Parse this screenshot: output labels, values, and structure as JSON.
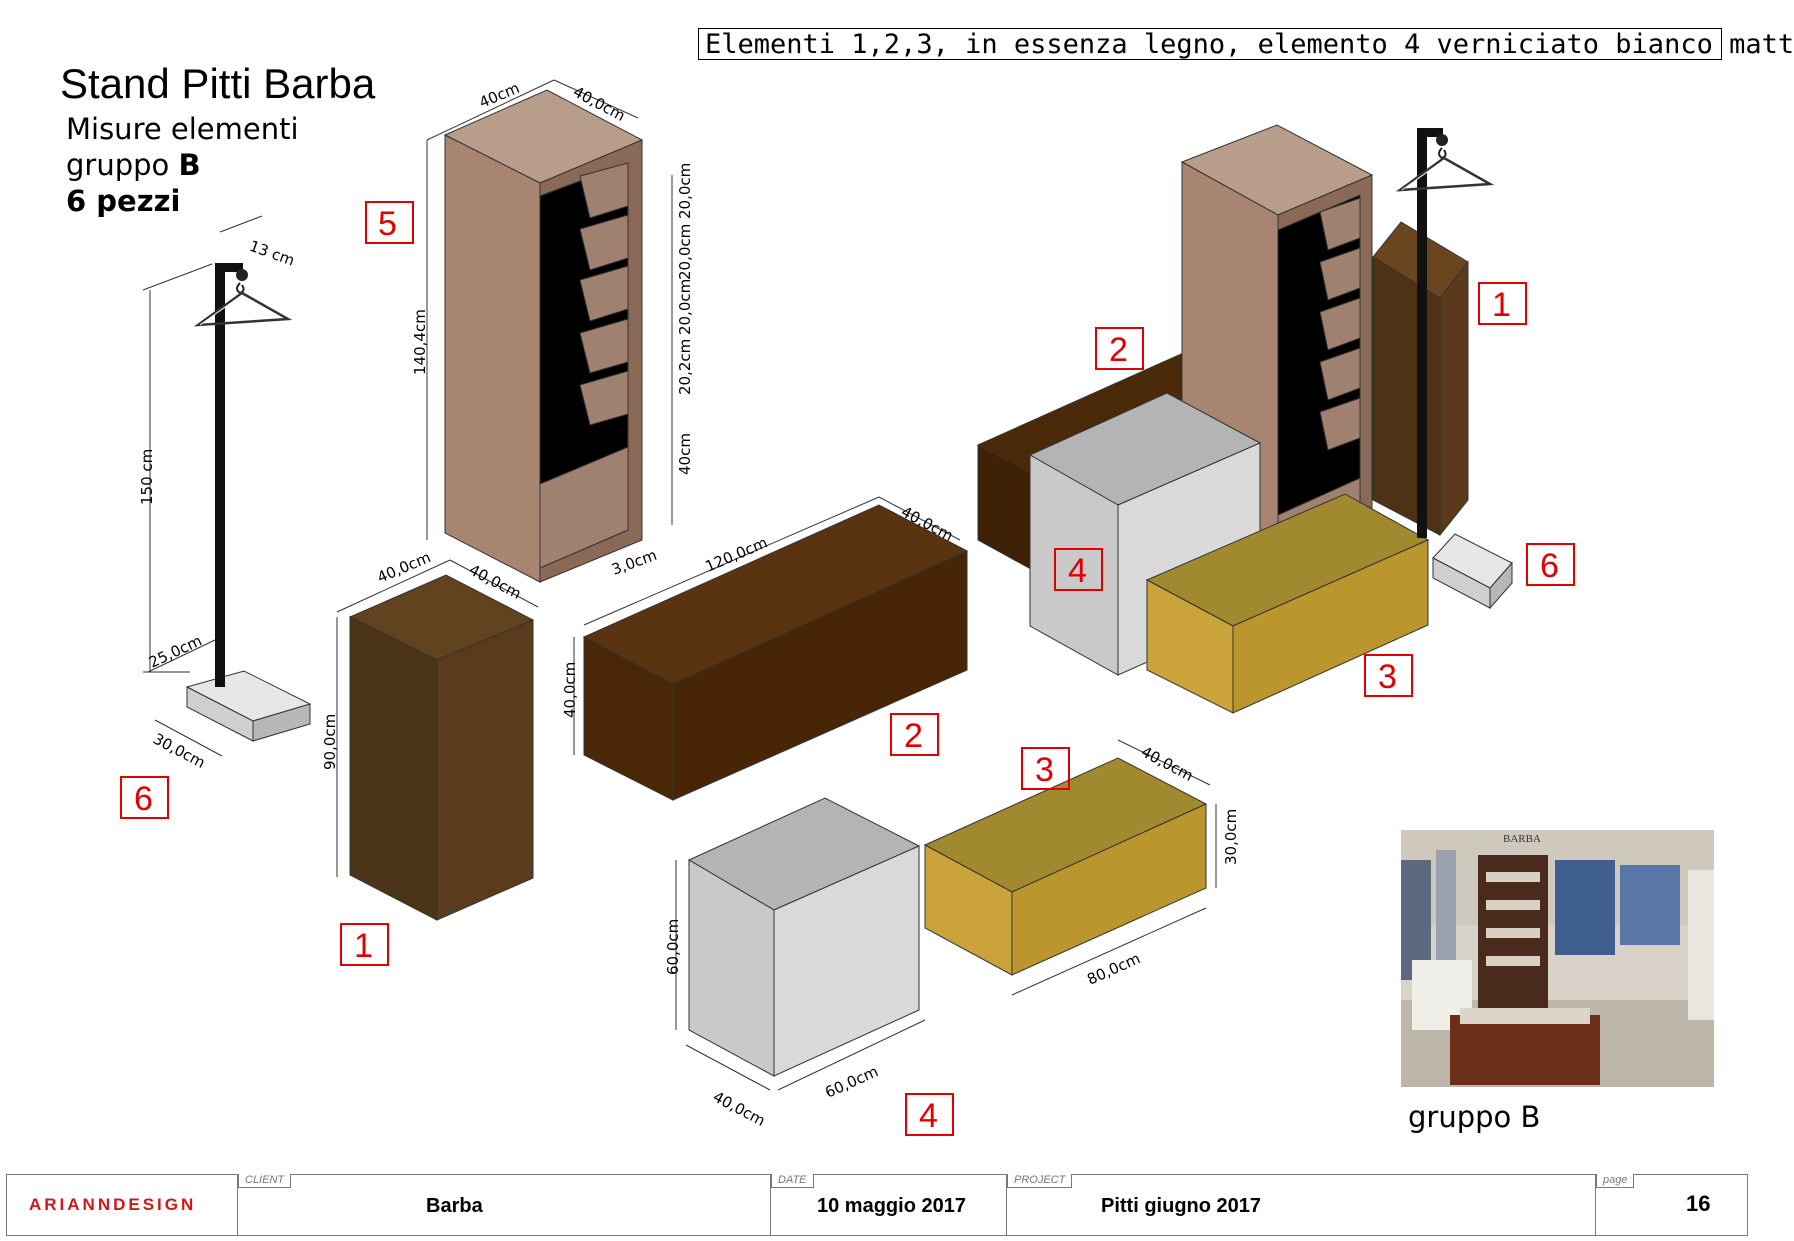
{
  "header": {
    "title": "Stand Pitti Barba",
    "subtitle_line1": "Misure elementi",
    "subtitle_line2_prefix": "gruppo ",
    "subtitle_line2_bold": "B",
    "subtitle_line3": "6 pezzi",
    "note": "Elementi 1,2,3, in essenza legno, elemento 4 verniciato bianco matt"
  },
  "labels": {
    "el1": "1",
    "el2": "2",
    "el3": "3",
    "el4": "4",
    "el5": "5",
    "el6": "6"
  },
  "dimensions": {
    "hanger_top": "13 cm",
    "hanger_height": "150 cm",
    "hanger_base_w": "25,0cm",
    "hanger_base_d": "30,0cm",
    "shelf_w": "40cm",
    "shelf_d": "40,0cm",
    "shelf_h": "140,4cm",
    "shelf_s1": "20,0cm",
    "shelf_s2": "20,0cm",
    "shelf_s3": "20,0cm",
    "shelf_s4": "20,2cm",
    "shelf_bottom": "40cm",
    "shelf_thick": "3,0cm",
    "box1_w": "40,0cm",
    "box1_d": "40,0cm",
    "box1_h": "90,0cm",
    "bench_l": "120,0cm",
    "bench_d": "40,0cm",
    "bench_h": "40,0cm",
    "cube_h": "60,0cm",
    "cube_d": "40,0cm",
    "cube_w": "60,0cm",
    "yellow_d": "40,0cm",
    "yellow_h": "30,0cm",
    "yellow_l": "80,0cm"
  },
  "photo": {
    "caption": "gruppo B",
    "sign": "BARBA"
  },
  "footer": {
    "brand": "ARIANNDESIGN",
    "client_tag": "CLIENT",
    "client": "Barba",
    "date_tag": "DATE",
    "date": "10 maggio 2017",
    "project_tag": "PROJECT",
    "project": "Pitti giugno 2017",
    "page_tag": "page",
    "page": "16"
  }
}
